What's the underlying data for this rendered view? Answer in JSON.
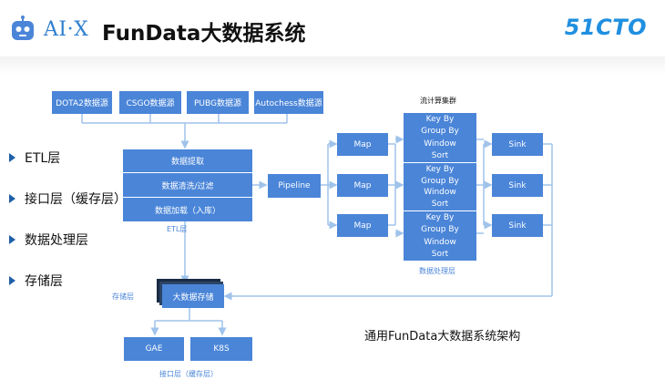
{
  "header": {
    "logo_text": "AI·X",
    "title": "FunData大数据系统",
    "brand": "51CTO"
  },
  "bullets": [
    "ETL层",
    "接口层（缓存层）",
    "数据处理层",
    "存储层"
  ],
  "sources": [
    "DOTA2数据源",
    "CSGO数据源",
    "PUBG数据源",
    "Autochess数据源"
  ],
  "etl": {
    "rows": [
      "数据提取",
      "数据清洗/过滤",
      "数据加载（入库）"
    ],
    "label": "ETL层"
  },
  "pipeline": "Pipeline",
  "cluster_label": "流计算集群",
  "map": "Map",
  "keyby_lines": [
    "Key By",
    "Group By",
    "Window",
    "Sort"
  ],
  "sink": "Sink",
  "processing_label": "数据处理层",
  "storage": {
    "box": "大数据存储",
    "label": "存储层"
  },
  "interface": {
    "boxes": [
      "GAE",
      "K8S"
    ],
    "label": "接口层（缓存层）"
  },
  "caption": "通用FunData大数据系统架构",
  "colors": {
    "box": "#4a85d8",
    "line": "#9fc3ea",
    "accent": "#1f8fe0"
  }
}
